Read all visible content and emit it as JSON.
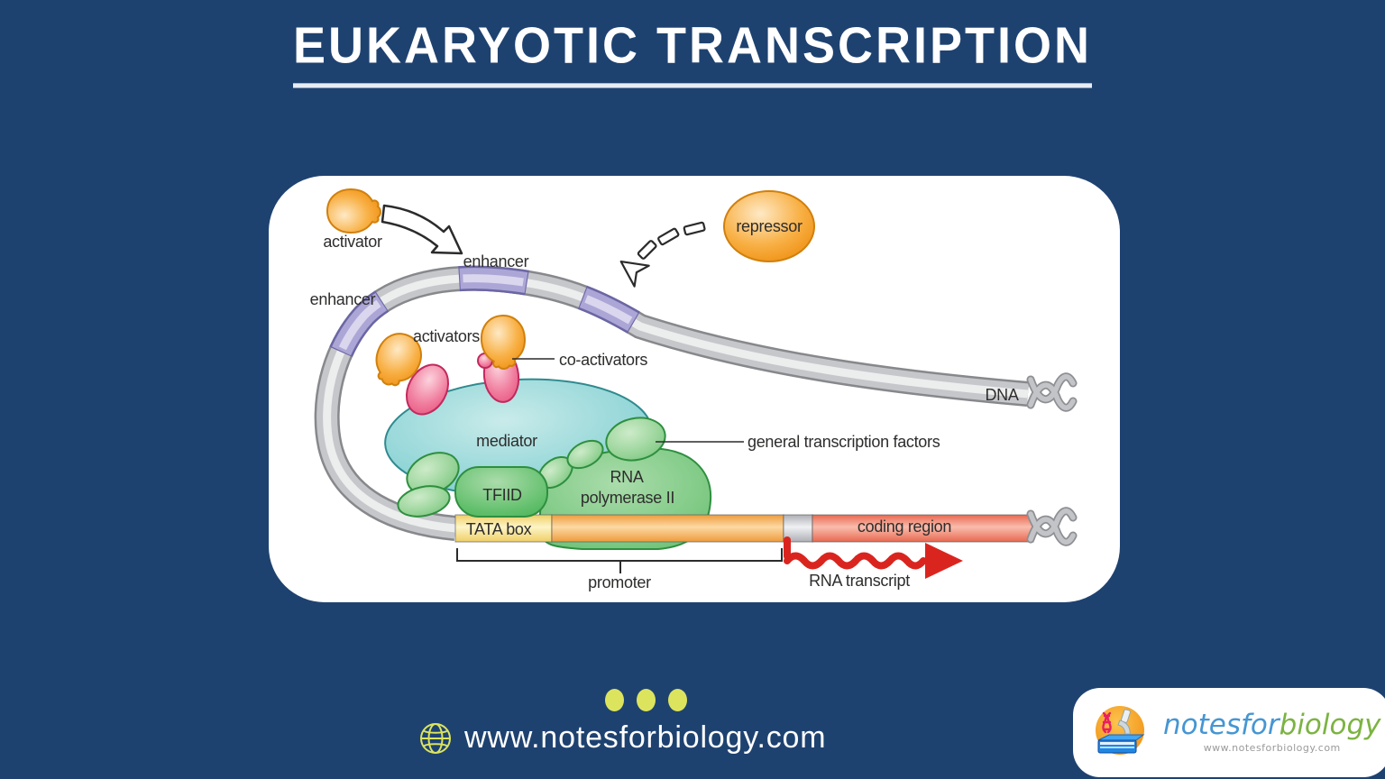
{
  "title": {
    "text": "EUKARYOTIC TRANSCRIPTION"
  },
  "diagram": {
    "labels": {
      "activator": "activator",
      "enhancer_left": "enhancer",
      "enhancer_top": "enhancer",
      "activators": "activators",
      "co_activators": "co-activators",
      "repressor": "repressor",
      "mediator": "mediator",
      "tfiid": "TFIID",
      "rna_pol_1": "RNA",
      "rna_pol_2": "polymerase II",
      "gtf": "general transcription factors",
      "dna": "DNA",
      "tata_box": "TATA box",
      "coding_region": "coding region",
      "promoter": "promoter",
      "rna_transcript": "RNA transcript"
    }
  },
  "footer": {
    "website": "www.notesforbiology.com"
  },
  "logo": {
    "brand_notesfor": "notesfor",
    "brand_biology": "biology",
    "url": "www.notesforbiology.com"
  },
  "colors": {
    "background_navy": "#1e4270",
    "card_white": "#ffffff",
    "dna_gray": "#c6c7cb",
    "enhancer_purple": "#aba6d6",
    "activator_orange": "#f6a227",
    "coactivator_pink": "#ee6d92",
    "mediator_teal": "#7fccd1",
    "gtf_green": "#8bce8d",
    "tfiid_green": "#57bd62",
    "tata_yellow": "#f7e49b",
    "promoter_orange": "#f4a64e",
    "coding_salmon": "#ef8a72",
    "rna_red": "#da251f",
    "accent_yellow_green": "#dce45e",
    "logo_blue": "#4596d3",
    "logo_green": "#7cb342"
  }
}
